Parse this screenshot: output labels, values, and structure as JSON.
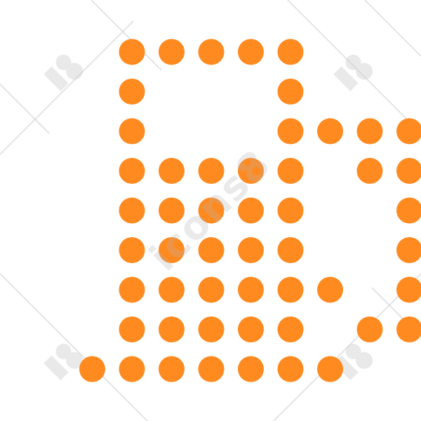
{
  "image": {
    "background_color": "#ffffff",
    "dot_color": "#ff8a1f",
    "watermark_color": "#cfcfcf"
  },
  "watermark": {
    "text": "icons8"
  },
  "icon": {
    "name": "dotted-document-icon",
    "rows": [
      {
        "row": 0,
        "cols": [
          3,
          4,
          5,
          6,
          7
        ]
      },
      {
        "row": 1,
        "cols": [
          3,
          7
        ]
      },
      {
        "row": 2,
        "cols": [
          3,
          7,
          8,
          9,
          10
        ]
      },
      {
        "row": 3,
        "cols": [
          3,
          4,
          5,
          6,
          7,
          9,
          10
        ]
      },
      {
        "row": 4,
        "cols": [
          3,
          4,
          5,
          6,
          7,
          10
        ]
      },
      {
        "row": 5,
        "cols": [
          3,
          4,
          5,
          6,
          7,
          10
        ]
      },
      {
        "row": 6,
        "cols": [
          3,
          4,
          5,
          6,
          7,
          8,
          10
        ]
      },
      {
        "row": 7,
        "cols": [
          3,
          4,
          5,
          6,
          7,
          9,
          10
        ]
      },
      {
        "row": 8,
        "cols": [
          2,
          3,
          4,
          5,
          6,
          7,
          8
        ]
      }
    ]
  }
}
